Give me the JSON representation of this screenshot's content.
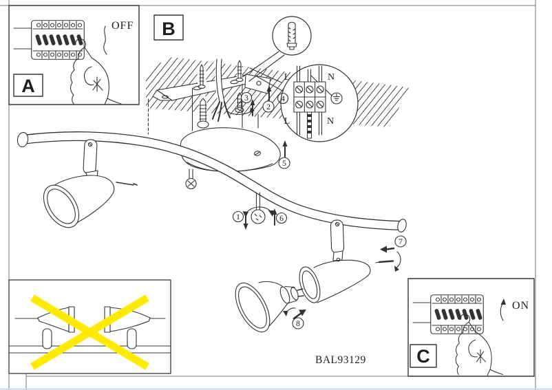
{
  "product_code": "BAL93129",
  "colors": {
    "line_art": "#333333",
    "warning_cross": "#ffeb00",
    "frame_line": "#777777",
    "page_bottom_edge": "#c8d9e8"
  },
  "panels": {
    "a": {
      "label": "A",
      "state": "OFF"
    },
    "b": {
      "label": "B"
    },
    "c": {
      "label": "C",
      "state": "ON"
    }
  },
  "steps": {
    "s1": "1",
    "s2": "2",
    "s3": "3",
    "s4": "4",
    "s5": "5",
    "s6": "6",
    "s7": "7",
    "s8": "8"
  },
  "wiring": {
    "top_left": "L",
    "top_right": "N",
    "bottom_left": "L",
    "bottom_right": "N"
  }
}
